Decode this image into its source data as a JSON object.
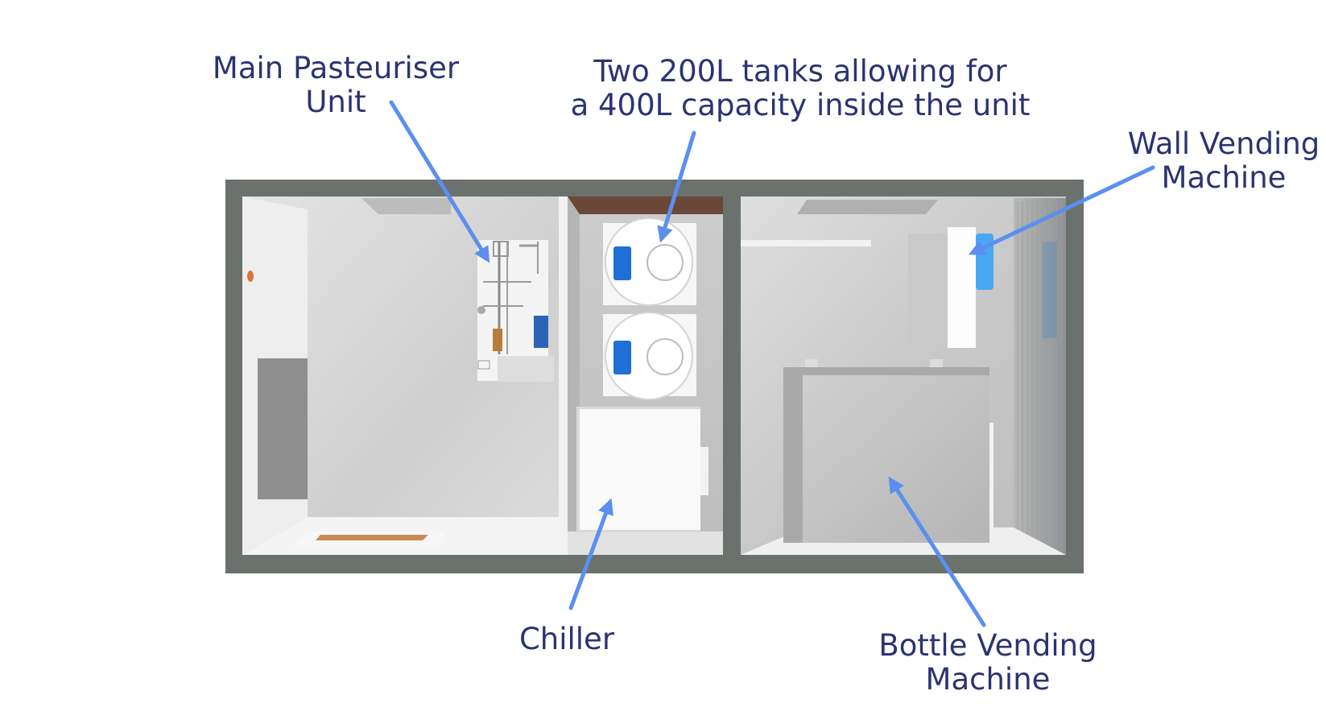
{
  "labels": {
    "main_pasteuriser": {
      "line1": "Main Pasteuriser",
      "line2": "Unit"
    },
    "tanks": {
      "line1": "Two 200L tanks allowing for",
      "line2": "a 400L capacity inside the unit"
    },
    "wall_vending": {
      "line1": "Wall Vending",
      "line2": "Machine"
    },
    "chiller": {
      "line1": "Chiller"
    },
    "bottle_vending": {
      "line1": "Bottle Vending",
      "line2": "Machine"
    }
  },
  "colors": {
    "label_text": "#2b3472",
    "arrow": "#5b8ff0",
    "outer_wall": "#6b716c",
    "tank_accent": "#1f6fd6",
    "screen": "#4aa8f0",
    "tray": "#c98a5a"
  }
}
